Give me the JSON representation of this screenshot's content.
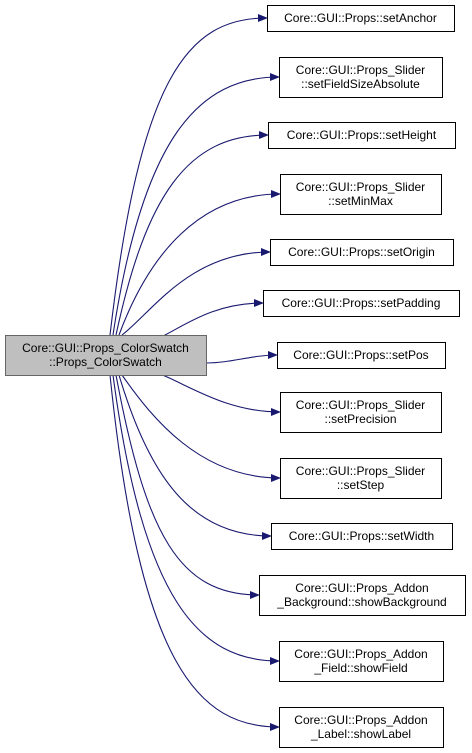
{
  "graph": {
    "edge_color": "#191970",
    "root": {
      "lines": [
        "Core::GUI::Props_ColorSwatch",
        "::Props_ColorSwatch"
      ],
      "fill": "#bfbfbf"
    },
    "callees": [
      {
        "lines": [
          "Core::GUI::Props::setAnchor"
        ]
      },
      {
        "lines": [
          "Core::GUI::Props_Slider",
          "::setFieldSizeAbsolute"
        ]
      },
      {
        "lines": [
          "Core::GUI::Props::setHeight"
        ]
      },
      {
        "lines": [
          "Core::GUI::Props_Slider",
          "::setMinMax"
        ]
      },
      {
        "lines": [
          "Core::GUI::Props::setOrigin"
        ]
      },
      {
        "lines": [
          "Core::GUI::Props::setPadding"
        ]
      },
      {
        "lines": [
          "Core::GUI::Props::setPos"
        ]
      },
      {
        "lines": [
          "Core::GUI::Props_Slider",
          "::setPrecision"
        ]
      },
      {
        "lines": [
          "Core::GUI::Props_Slider",
          "::setStep"
        ]
      },
      {
        "lines": [
          "Core::GUI::Props::setWidth"
        ]
      },
      {
        "lines": [
          "Core::GUI::Props_Addon",
          "_Background::showBackground"
        ]
      },
      {
        "lines": [
          "Core::GUI::Props_Addon",
          "_Field::showField"
        ]
      },
      {
        "lines": [
          "Core::GUI::Props_Addon",
          "_Label::showLabel"
        ]
      }
    ]
  }
}
